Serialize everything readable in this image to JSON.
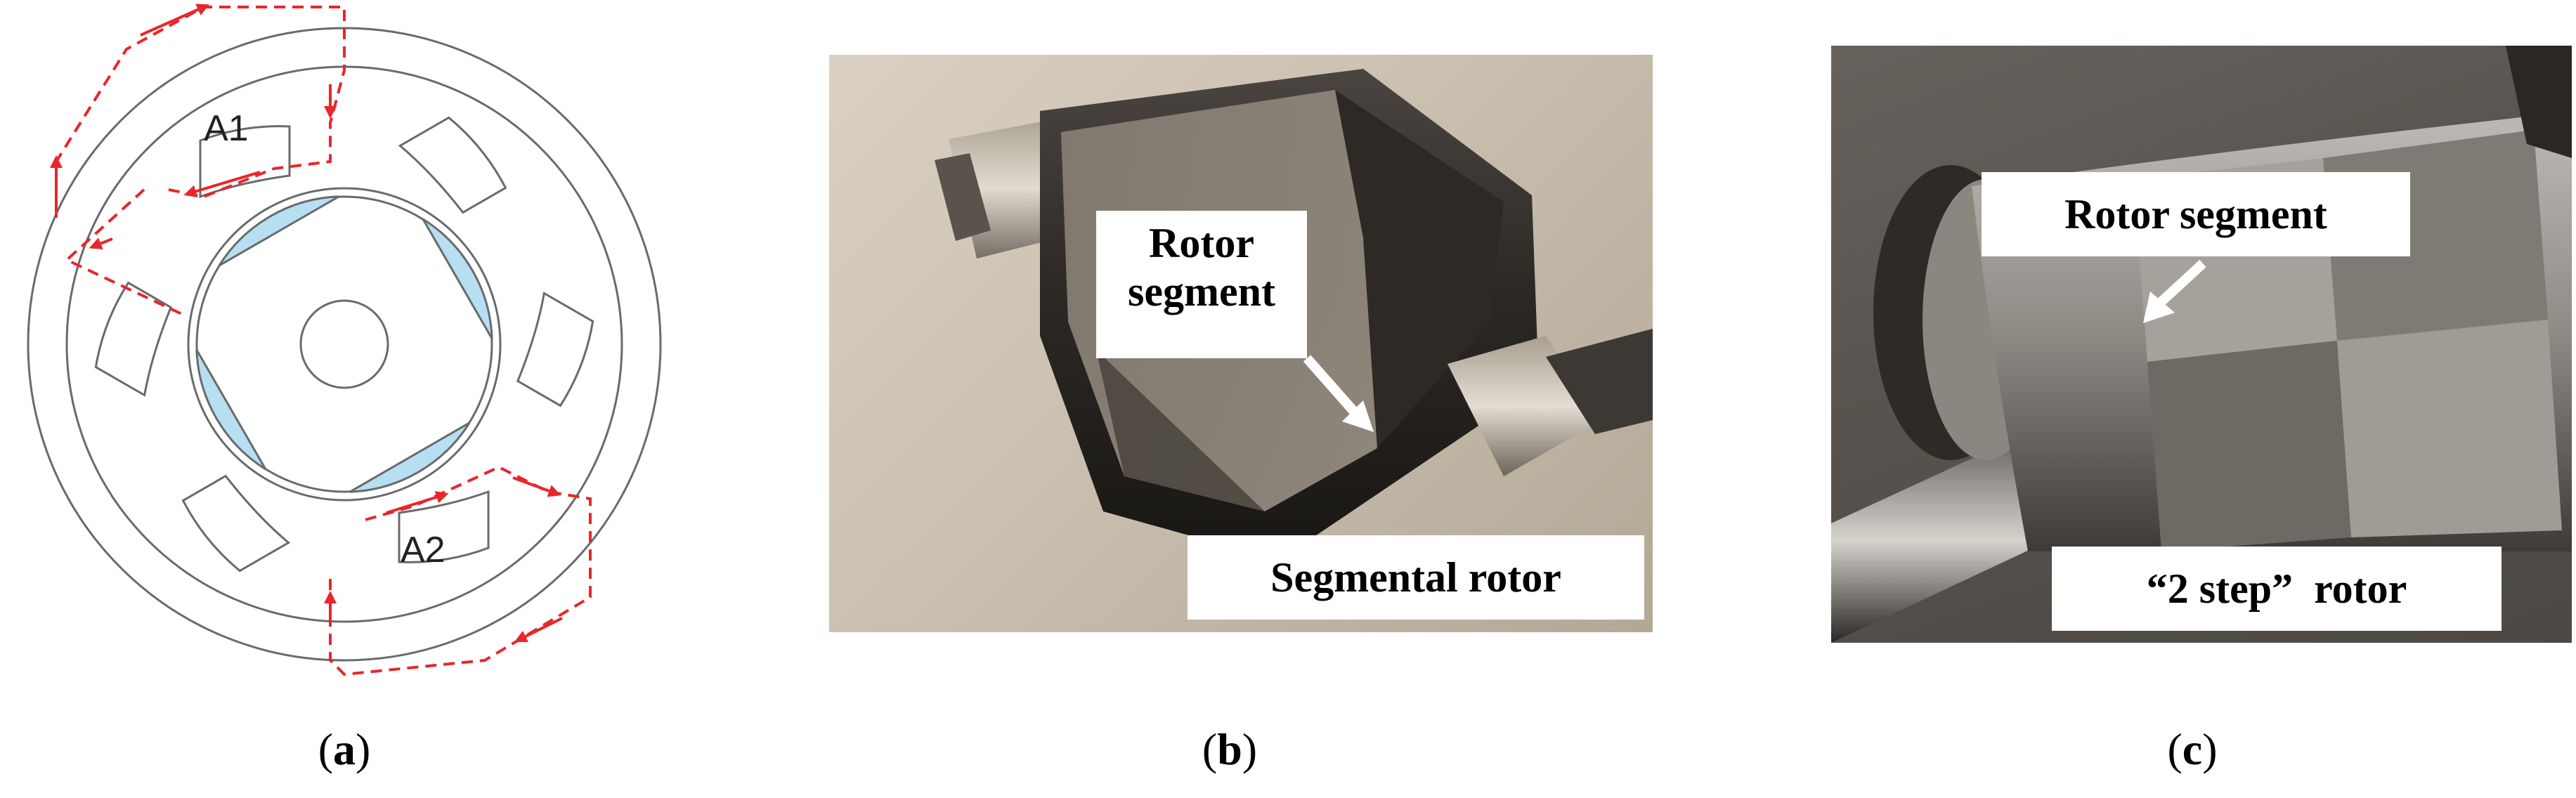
{
  "panel_a": {
    "caption_letter": "a",
    "region_labels": [
      "A1",
      "A2"
    ],
    "colors": {
      "rotor_segment": "#b7dff2",
      "flux_path": "#e8262b",
      "outline": "#6a6a6a"
    }
  },
  "panel_b": {
    "caption_letter": "b",
    "callout": "Rotor segment",
    "name_label": "Segmental rotor"
  },
  "panel_c": {
    "caption_letter": "c",
    "callout": "Rotor segment",
    "name_label": "“2 step”  rotor"
  }
}
